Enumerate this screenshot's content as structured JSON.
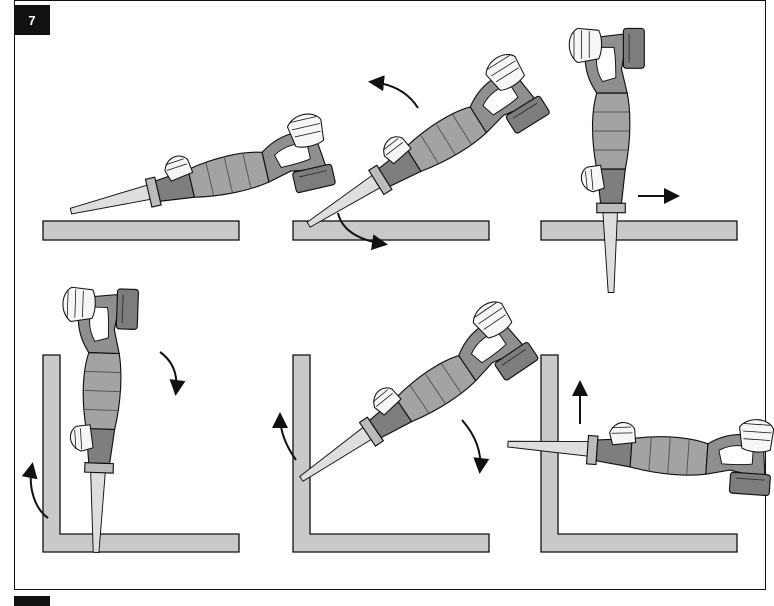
{
  "figure": {
    "number": "7",
    "panels": [
      {
        "id": "p1",
        "depiction": "saw-blade-angled-start"
      },
      {
        "id": "p2",
        "depiction": "saw-rotating-upward-plunge"
      },
      {
        "id": "p3",
        "depiction": "saw-vertical-plunge-move-right"
      },
      {
        "id": "p4",
        "depiction": "saw-vertical-wall-corner"
      },
      {
        "id": "p5",
        "depiction": "saw-angled-wall-corner"
      },
      {
        "id": "p6",
        "depiction": "saw-horizontal-wall-corner"
      }
    ]
  },
  "colors": {
    "line": "#111111",
    "material": "#c9c9c9",
    "blade": "#d6d6d6",
    "body": "#9a9a9a",
    "battery": "#8a8a8a",
    "glove": "#f4f4f4"
  }
}
